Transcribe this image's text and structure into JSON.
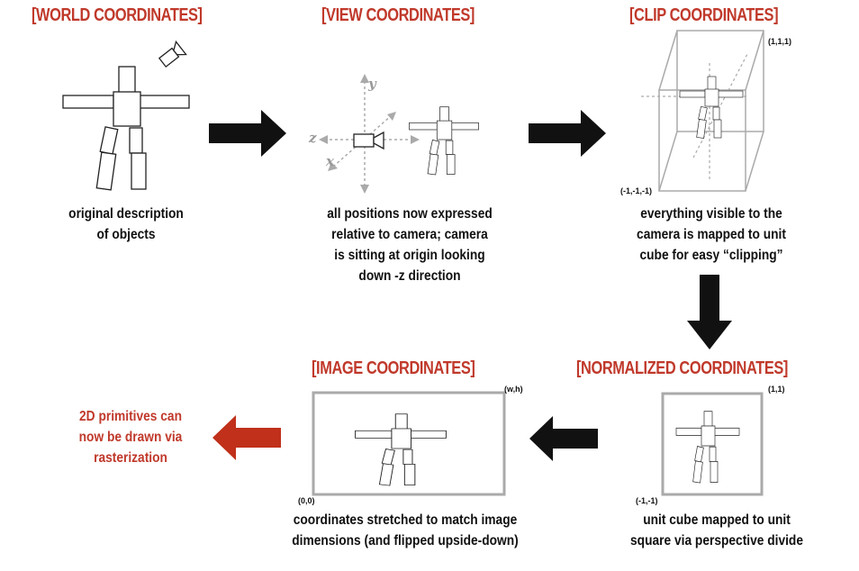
{
  "titles": {
    "world": "[WORLD COORDINATES]",
    "view": "[VIEW COORDINATES]",
    "clip": "[CLIP COORDINATES]",
    "image": "[IMAGE COORDINATES]",
    "normalized": "[NORMALIZED COORDINATES]"
  },
  "captions": {
    "world": "original description\nof objects",
    "view": "all positions now expressed\nrelative to camera; camera\nis sitting at origin looking\ndown -z direction",
    "clip": "everything visible to the\ncamera is mapped to unit\ncube for easy “clipping”",
    "image": "coordinates stretched to match image\ndimensions (and flipped upside-down)",
    "normalized": "unit cube mapped to unit\nsquare via perspective divide",
    "final": "2D primitives can\nnow be drawn via\nrasterization"
  },
  "labels": {
    "clip_max": "(1,1,1)",
    "clip_min": "(-1,-1,-1)",
    "image_max": "(w,h)",
    "image_min": "(0,0)",
    "norm_max": "(1,1)",
    "norm_min": "(-1,-1)"
  },
  "axes": {
    "y": "y",
    "z": "z",
    "x": "x"
  },
  "icons": {
    "camera": "camera-icon",
    "figure": "stick-figure-icon",
    "arrow": "arrow-icon"
  },
  "colors": {
    "title": "#c0392b",
    "arrow": "#111111",
    "final_arrow": "#c0301a",
    "frame": "#aaaaaa"
  }
}
